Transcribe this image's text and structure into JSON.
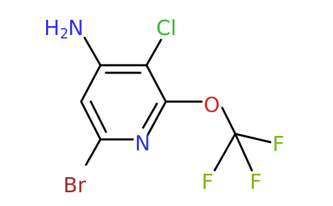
{
  "molecule": {
    "labels": {
      "amino_h": "H",
      "amino_sub": "2",
      "amino_n": "N",
      "chloro": "Cl",
      "ring_n": "N",
      "oxygen": "O",
      "bromo": "Br",
      "fluorine_1": "F",
      "fluorine_2": "F",
      "fluorine_3": "F"
    },
    "colors": {
      "bond": "#000000",
      "nitrogen": "#3030e0",
      "chlorine": "#2fb82f",
      "oxygen": "#e02020",
      "bromine": "#a52a2a",
      "fluorine": "#7db520"
    }
  }
}
